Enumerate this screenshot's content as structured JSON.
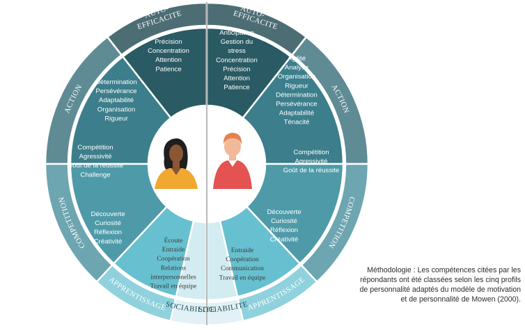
{
  "colors": {
    "auto": "#2a5a63",
    "action": "#3c7e8b",
    "competition": "#4e9aa8",
    "apprentissage": "#67c0cf",
    "sociabilite": "#d3ecf1",
    "divider": "#9a9a9a"
  },
  "left": {
    "auto_efficacite": {
      "ring_label": [
        "AUTO-",
        "EFFICACITE"
      ],
      "items": [
        "Précision",
        "Concentration",
        "Attention",
        "Patience"
      ]
    },
    "action": {
      "ring_label": "ACTION",
      "items": [
        "Détermination",
        "Persévérance",
        "Adaptabilité",
        "Organisation",
        "Rigueur"
      ]
    },
    "competition": {
      "ring_label": "COMPETITION",
      "items": [
        "Compétition",
        "Agressivité",
        "Goût de la réussite",
        "Challenge"
      ]
    },
    "apprentissage": {
      "ring_label": "APPRENTISSAGE",
      "items": [
        "Découverte",
        "Curiosité",
        "Réflexion",
        "Créativité"
      ]
    },
    "sociabilite": {
      "ring_label": "SOCIABILITE",
      "items": [
        "Écoute",
        "Entraide",
        "Coopération",
        "Relations",
        "interpersonnelles",
        "Travail en équipe"
      ]
    }
  },
  "right": {
    "auto_efficacite": {
      "ring_label": [
        "AUTO-",
        "EFFICACITE"
      ],
      "items": [
        "Anticipation",
        "Gestion du",
        "stress",
        "Concentration",
        "Précision",
        "Attention",
        "Patience"
      ]
    },
    "action": {
      "ring_label": "ACTION",
      "items": [
        "Agilité",
        "Analyse",
        "Organisation",
        "Rigueur",
        "Détermination",
        "Persévérance",
        "Adaptabilité",
        "Ténacité"
      ]
    },
    "competition": {
      "ring_label": "COMPETITION",
      "items": [
        "Compétition",
        "Agressivité",
        "Goût de la réussite"
      ]
    },
    "apprentissage": {
      "ring_label": "APPRENTISSAGE",
      "items": [
        "Découverte",
        "Curiosité",
        "Réflexion",
        "Créativité"
      ]
    },
    "sociabilite": {
      "ring_label": "SOCIABILITE",
      "items": [
        "Entraide",
        "Coopération",
        "Communication",
        "Travail en équipe"
      ]
    }
  },
  "figures": {
    "left": "woman-avatar-icon",
    "right": "man-avatar-icon"
  },
  "methodology": [
    "Méthodologie : Les compétences citées par les",
    "répondants ont été classées selon les cinq profils",
    "de personnalité adaptés du modèle de motivation",
    "et de personnalité de Mowen (2000)."
  ]
}
